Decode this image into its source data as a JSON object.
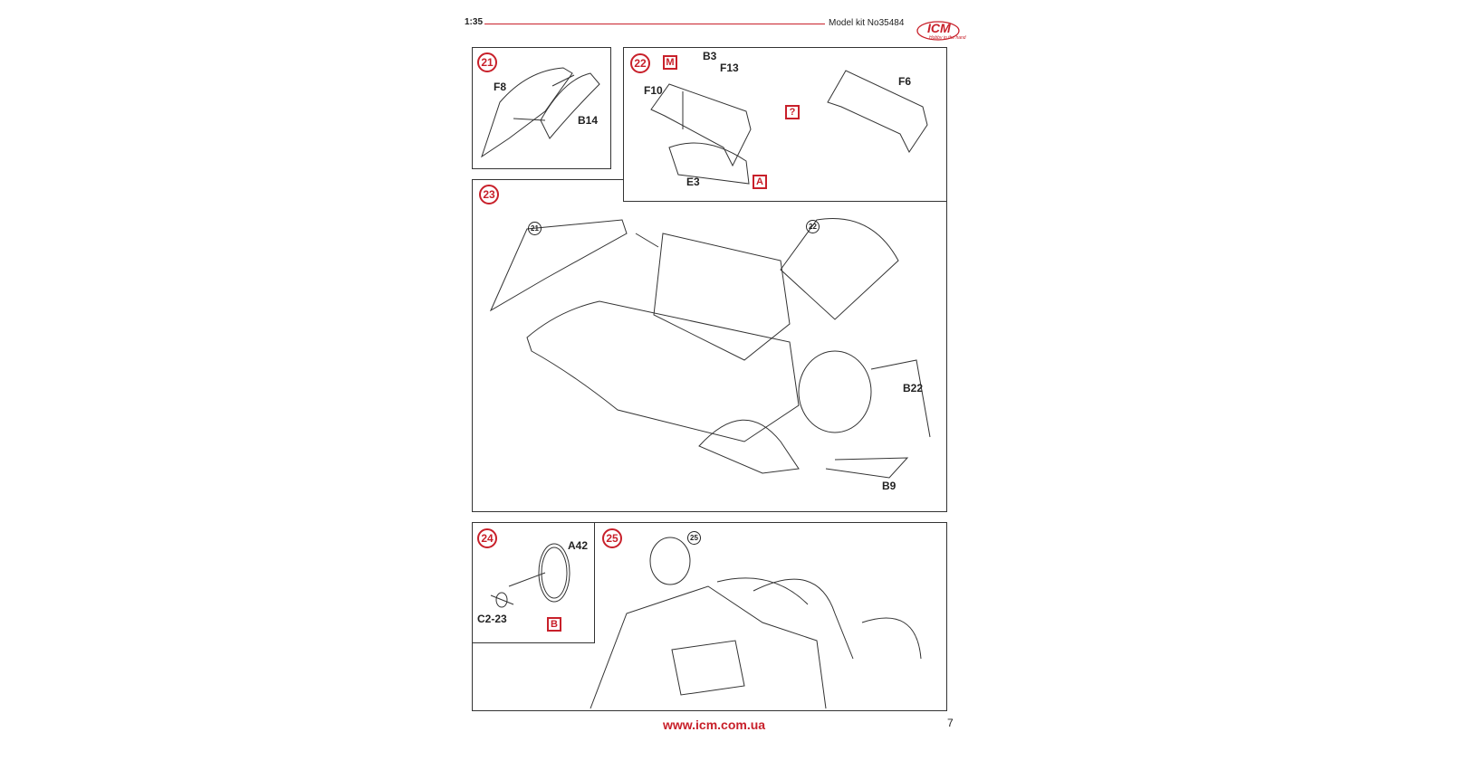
{
  "header": {
    "scale": "1:35",
    "model_kit": "Model kit No35484",
    "brand": "ICM",
    "tagline": "Hobby in the hand"
  },
  "steps": [
    {
      "number": "21",
      "parts": [
        "F8",
        "B14"
      ]
    },
    {
      "number": "22",
      "parts": [
        "B3",
        "F13",
        "F10",
        "E3",
        "F6"
      ],
      "marks": [
        "M",
        "?",
        "A"
      ]
    },
    {
      "number": "23",
      "parts": [
        "B22",
        "B9"
      ],
      "refs": [
        "21",
        "22"
      ]
    },
    {
      "number": "24",
      "parts": [
        "A42",
        "C2-23"
      ],
      "marks": [
        "B"
      ]
    },
    {
      "number": "25",
      "refs": [
        "25"
      ]
    }
  ],
  "footer": {
    "url": "www.icm.com.ua",
    "page": "7"
  },
  "colors": {
    "accent": "#c8202a"
  }
}
